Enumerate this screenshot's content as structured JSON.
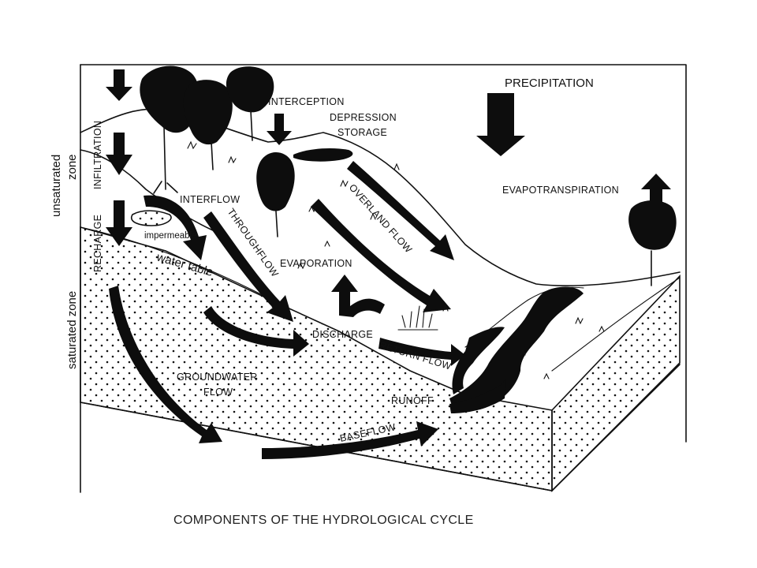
{
  "caption": "COMPONENTS OF THE HYDROLOGICAL CYCLE",
  "labels": {
    "precipitation": "PRECIPITATION",
    "interception": "INTERCEPTION",
    "depression_storage_1": "DEPRESSION",
    "depression_storage_2": "STORAGE",
    "evapotranspiration": "EVAPOTRANSPIRATION",
    "infiltration": "INFILTRATION",
    "recharge": "RECHARGE",
    "unsaturated_zone_1": "unsaturated",
    "unsaturated_zone_2": "zone",
    "saturated_zone": "saturated zone",
    "interflow": "INTERFLOW",
    "impermeable": "impermeable",
    "throughflow": "THROUGHFLOW",
    "overland_flow": "OVERLAND FLOW",
    "evaporation": "EVAPORATION",
    "water_table": "water table",
    "discharge": "DISCHARGE",
    "return_flow": "RETURN FLOW",
    "groundwater_flow_1": "GROUNDWATER",
    "groundwater_flow_2": "FLOW",
    "runoff": "RUNOFF",
    "baseflow": "BASEFLOW"
  }
}
